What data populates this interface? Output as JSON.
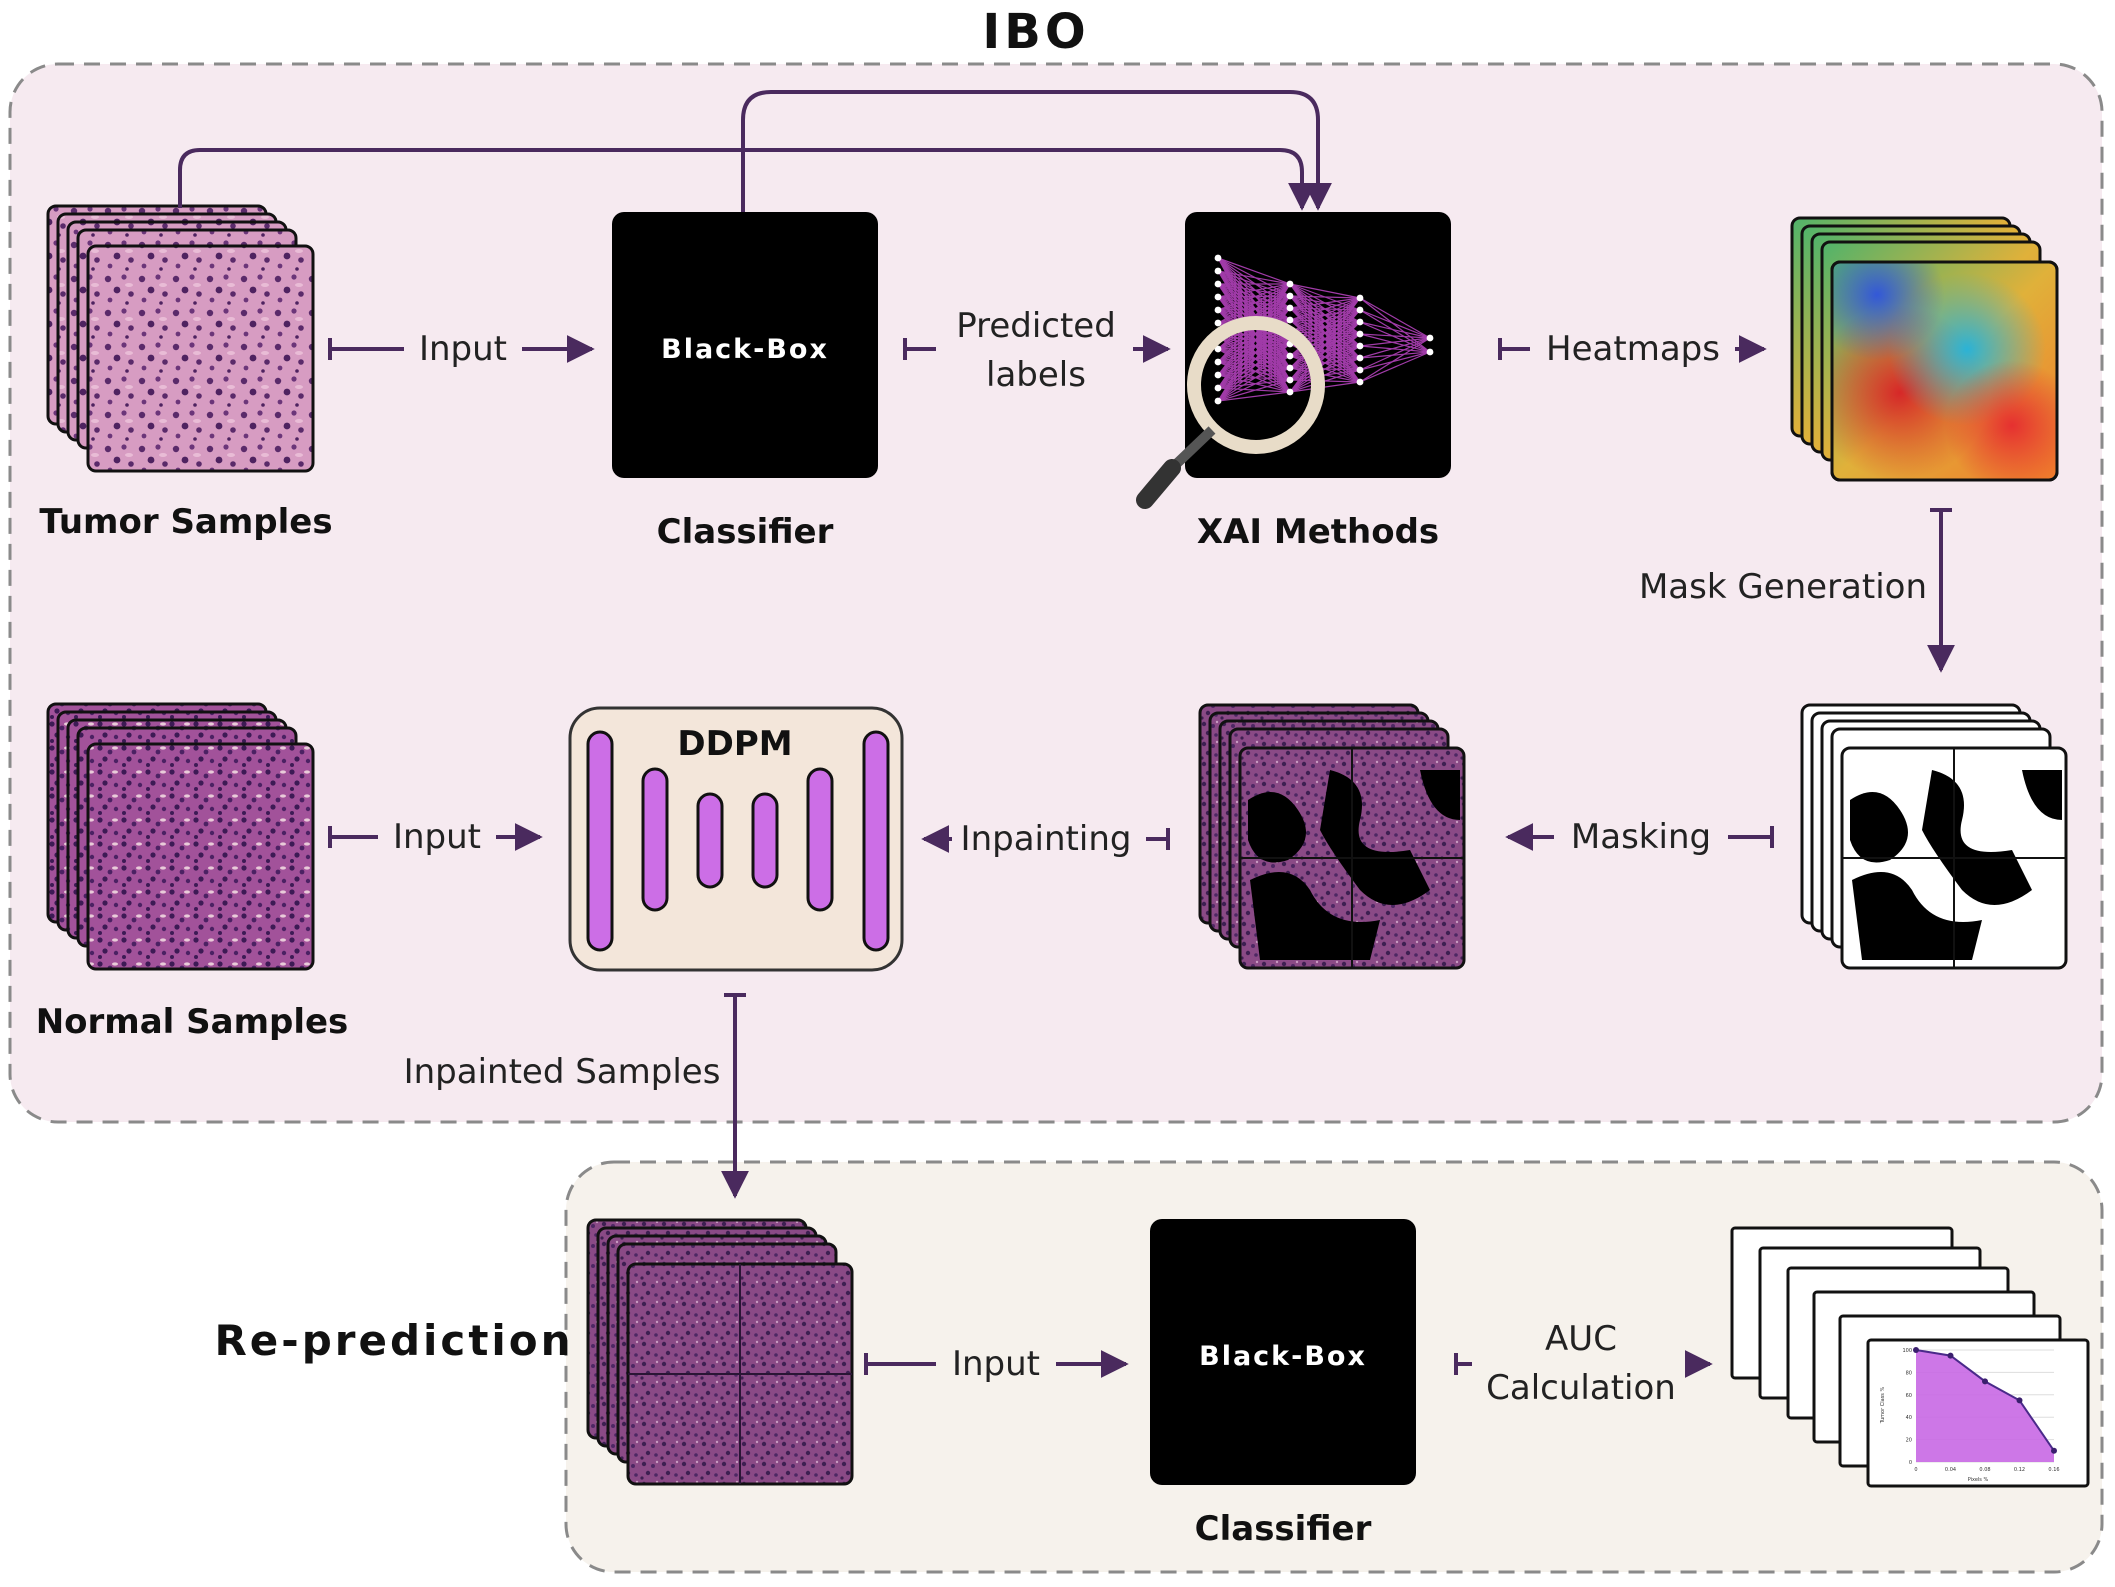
{
  "colors": {
    "accent_line": "#4a2a5e",
    "ibo_panel": "#f6eaf0",
    "repred_panel": "#f6f2ec",
    "panel_border": "#8a8a8a",
    "tissue_tumor": "#c27aa6",
    "tissue_dark": "#5a2a6a",
    "ddpm_fill": "#f3e6da",
    "ddpm_bar": "#cc6ee6",
    "auc_fill": "#c868e4"
  },
  "ibo": {
    "title": "IBO"
  },
  "tumor_samples": {
    "label": "Tumor Samples"
  },
  "classifier_top": {
    "box_text": "Black-Box",
    "label": "Classifier"
  },
  "xai_methods": {
    "label": "XAI Methods"
  },
  "edges": {
    "input_1": "Input",
    "predicted_labels_line1": "Predicted",
    "predicted_labels_line2": "labels",
    "heatmaps": "Heatmaps",
    "mask_generation": "Mask Generation",
    "masking": "Masking",
    "inpainting": "Inpainting",
    "input_2": "Input",
    "inpainted_samples": "Inpainted Samples",
    "input_3": "Input",
    "auc_line1": "AUC",
    "auc_line2": "Calculation"
  },
  "normal_samples": {
    "label": "Normal Samples"
  },
  "ddpm": {
    "label": "DDPM"
  },
  "reprediction": {
    "title": "Re-prediction"
  },
  "classifier_bottom": {
    "box_text": "Black-Box",
    "label": "Classifier"
  },
  "auc_plot": {
    "x_axis_title": "Pixels %",
    "y_axis_title": "Tumor Class %",
    "x_ticks": [
      "0",
      "0.04",
      "0.08",
      "0.12",
      "0.16"
    ],
    "y_ticks": [
      "100",
      "80",
      "60",
      "40",
      "20",
      "0"
    ],
    "curve": [
      [
        0,
        100
      ],
      [
        0.04,
        95
      ],
      [
        0.08,
        72
      ],
      [
        0.12,
        55
      ],
      [
        0.16,
        10
      ]
    ]
  }
}
